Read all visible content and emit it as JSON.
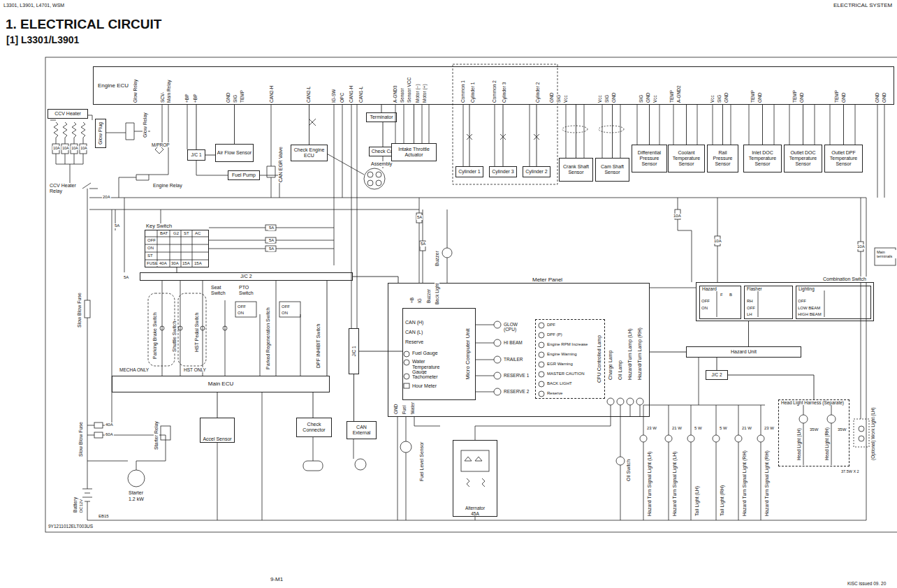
{
  "diagram": {
    "title": "1. ELECTRICAL CIRCUIT",
    "nodes": [
      {
        "text": [
          "Engine ECU"
        ]
      },
      {
        "text": [
          "CCV Heater"
        ]
      },
      {
        "text": [
          "Glow Plug"
        ]
      },
      {
        "text": [
          "J/C 1"
        ]
      },
      {
        "text": [
          "Air Flow Sensor"
        ]
      },
      {
        "text": [
          "Fuel Pump"
        ]
      },
      {
        "text": [
          "Check Engine ECU"
        ]
      },
      {
        "text": [
          "Terminator"
        ]
      },
      {
        "text": [
          "Check Cap"
        ]
      },
      {
        "text": [
          "Intake Throttle Actuator"
        ]
      },
      {
        "text": [
          "Cylinder 1"
        ]
      },
      {
        "text": [
          "Cylinder 3"
        ]
      },
      {
        "text": [
          "Cylinder 2"
        ]
      },
      {
        "text": [
          "Crank Shaft Sensor"
        ]
      },
      {
        "text": [
          "Cam Shaft Sensor"
        ]
      },
      {
        "text": [
          "Differential Pressure Sensor"
        ]
      },
      {
        "text": [
          "Coolant Temperature Sensor"
        ]
      },
      {
        "text": [
          "Rail Pressure Sensor"
        ]
      },
      {
        "text": [
          "Inlet DOC Temperature Sensor"
        ]
      },
      {
        "text": [
          "Outlet DOC Temperature Sensor"
        ]
      },
      {
        "text": [
          "Outlet DPF Temperature Sensor"
        ]
      },
      {
        "text": [
          "Key Switch"
        ]
      },
      {
        "text": [
          "J/C 2"
        ]
      },
      {
        "text": [
          "Meter Panel"
        ]
      },
      {
        "text": [
          "Micro Computer Unit"
        ],
        "in": 23
      },
      {
        "text": [
          "CPU Controlled Lamp"
        ],
        "in": 23
      },
      {
        "text": [
          "Combination Switch"
        ]
      },
      {
        "text": [
          "Hazard"
        ],
        "in": 26
      },
      {
        "text": [
          "Flasher"
        ],
        "in": 26
      },
      {
        "text": [
          "Lighting"
        ],
        "in": 26
      },
      {
        "text": [
          "J/C 1"
        ]
      },
      {
        "text": [
          "Hazard Unit"
        ]
      },
      {
        "text": [
          "J/C 2"
        ]
      },
      {
        "text": [
          "Main ECU"
        ]
      },
      {
        "text": [
          "Accel Sensor"
        ]
      },
      {
        "text": [
          "Check Connector"
        ]
      },
      {
        "text": [
          "CAN External"
        ]
      },
      {
        "text": [
          "Head Light Harness (Separate)"
        ]
      },
      {
        "text": [
          "Alternator",
          "45A"
        ]
      }
    ],
    "edges": [
      {
        "from": 0,
        "to": 4,
        "arrow": "none"
      },
      {
        "from": 0,
        "to": 6,
        "arrow": "none"
      },
      {
        "from": 0,
        "to": 7,
        "arrow": "none"
      },
      {
        "from": 7,
        "to": 8,
        "arrow": "none"
      },
      {
        "from": 0,
        "to": 9,
        "arrow": "none"
      },
      {
        "from": 0,
        "to": 10,
        "arrow": "none"
      },
      {
        "from": 0,
        "to": 11,
        "arrow": "none"
      },
      {
        "from": 0,
        "to": 12,
        "arrow": "none"
      },
      {
        "from": 0,
        "to": 13,
        "arrow": "none"
      },
      {
        "from": 0,
        "to": 14,
        "arrow": "none"
      },
      {
        "from": 0,
        "to": 15,
        "arrow": "none"
      },
      {
        "from": 0,
        "to": 16,
        "arrow": "none"
      },
      {
        "from": 0,
        "to": 17,
        "arrow": "none"
      },
      {
        "from": 0,
        "to": 18,
        "arrow": "none"
      },
      {
        "from": 0,
        "to": 19,
        "arrow": "none"
      },
      {
        "from": 0,
        "to": 20,
        "arrow": "none"
      },
      {
        "from": 21,
        "to": 22,
        "arrow": "none"
      },
      {
        "from": 22,
        "to": 33,
        "arrow": "none"
      },
      {
        "from": 33,
        "to": 34,
        "arrow": "none"
      },
      {
        "from": 33,
        "to": 35,
        "arrow": "none"
      },
      {
        "from": 30,
        "to": 36,
        "arrow": "none"
      },
      {
        "from": 30,
        "to": 24,
        "arrow": "none"
      },
      {
        "from": 26,
        "to": 31,
        "arrow": "none"
      },
      {
        "from": 31,
        "to": 32,
        "arrow": "none"
      },
      {
        "from": 32,
        "to": 37,
        "arrow": "none"
      },
      {
        "from": 0,
        "to": 3,
        "arrow": "none"
      },
      {
        "from": 3,
        "to": 4,
        "arrow": "none"
      },
      {
        "from": 23,
        "to": 31,
        "arrow": "none"
      },
      {
        "from": 22,
        "to": 23,
        "arrow": "none"
      }
    ],
    "labels": [
      "L3301, L3901, L4701, WSM",
      "ELECTRICAL SYSTEM",
      "[1] L3301/L3901",
      "Glow Relay",
      "SCV-",
      "Main Relay",
      "+BP",
      "+BP",
      "GND",
      "SIG",
      "TEMP",
      "CAN2-H",
      "CAN2-L",
      "IG-SW",
      "OPC",
      "CAN1-H",
      "CAN1-L",
      "A-GND3",
      "Sensor",
      "Sensor VCC",
      "Motor (−)",
      "Motor (+)",
      "Common 1",
      "Cylinder 1",
      "Common 2",
      "Cylinder 3",
      "Cylinder 2",
      "GND",
      "SIG",
      "Vcc",
      "Vcc",
      "SIG",
      "GND",
      "SIG",
      "GND",
      "Vcc",
      "TEMP",
      "A-GND2",
      "Vcc",
      "SIG",
      "GND",
      "TEMP",
      "GND",
      "TEMP",
      "GND",
      "TEMP",
      "GND",
      "GND",
      "GND",
      "Glow Relay",
      "M/PROP",
      "Engine Relay",
      "CAN EGR Valve",
      "Assembly",
      "CCV Heater Relay",
      "10A",
      "10A",
      "10A",
      "10A",
      "20A",
      "5A",
      "5A",
      "5A",
      "5A",
      "5A",
      "5A",
      "5A",
      "10A",
      "10A",
      "10A",
      "BAT",
      "G2",
      "ST",
      "AC",
      "OFF",
      "ON",
      "ST",
      "FUSE",
      "40A",
      "30A",
      "15A",
      "15A",
      "Slow Blow Fuse",
      "Slow Blow Fuse",
      "40A",
      "60A",
      "Starter Relay",
      "Battery",
      "DC12V",
      "Starter",
      "1.2 kW",
      "EB15",
      "Parking Brake Switch",
      "Shuttle Switch",
      "HST Pedal Switch",
      "Seat Switch",
      "PTO Switch",
      "OFF",
      "ON",
      "Parked Regeneration Switch",
      "OFF",
      "ON",
      "DPF INHIBIT Switch",
      "MECHA ONLY",
      "HST ONLY",
      "+B",
      "IG",
      "Buzzer",
      "Buzzer",
      "Back Light",
      "CAN (H)",
      "CAN (L)",
      "Reserve",
      "Fuel Gauge",
      "Water Temperature Gauge",
      "Tachometer",
      "Hour Meter",
      "GND",
      "Fuel",
      "Water",
      "GLOW (CPU)",
      "HI BEAM",
      "TRAILER",
      "RESERVE 1",
      "RESERVE 2",
      "DPF",
      "DPF (P)",
      "Engine RPM Increase",
      "Engine Warning",
      "EGR Warning",
      "MASTER CAUTION",
      "BACK LIGHT",
      "Reserve",
      "Charge Lamp",
      "Oil Lamp",
      "Hazard/Turn Lamp (LH)",
      "Hazard/Turn Lamp (RH)",
      "F",
      "B",
      "OFF",
      "ON",
      "RH",
      "OFF",
      "LH",
      "OFF",
      "LOW BEAM",
      "HIGH BEAM",
      "Main terminals",
      "Fuel Level Sensor",
      "Oil Switch",
      "23 W",
      "21 W",
      "5 W",
      "5 W",
      "21 W",
      "23 W",
      "Hazard Turn Signal Light (LH)",
      "Hazard Turn Signal Light (LH)",
      "Tail Light (LH)",
      "Tail Light (RH)",
      "Hazard Turn Signal Light (RH)",
      "Hazard Turn Signal Light (RH)",
      "Head Light (LH)",
      "Head Light (RH)",
      "35W",
      "35W",
      "(Optional) Work Light (LH)",
      "37.5W X 2",
      "9Y1211012ELT003US",
      "9-M1",
      "KiSC issued 09. 20"
    ]
  }
}
